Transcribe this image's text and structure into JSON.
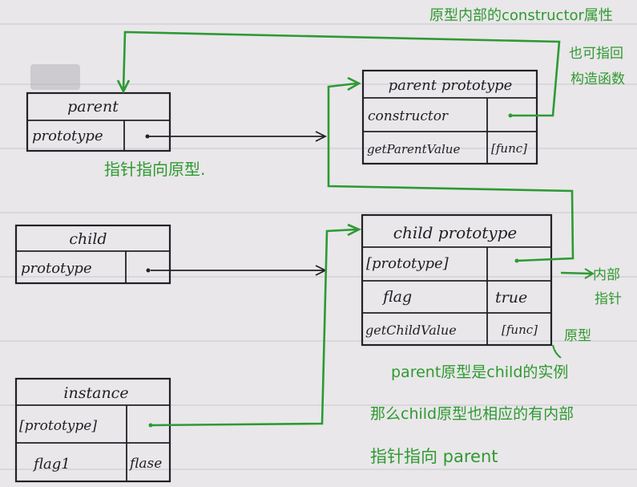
{
  "parent": {
    "title": "parent",
    "rows": [
      {
        "key": "prototype"
      }
    ]
  },
  "child": {
    "title": "child",
    "rows": [
      {
        "key": "prototype"
      }
    ]
  },
  "instance": {
    "title": "instance",
    "rows": [
      {
        "key": "[prototype]"
      },
      {
        "key": "flag1",
        "value": "flase"
      }
    ]
  },
  "parent_prototype": {
    "title": "parent prototype",
    "rows": [
      {
        "key": "constructor"
      },
      {
        "key": "getParentValue",
        "value": "[func]"
      }
    ]
  },
  "child_prototype": {
    "title": "child prototype",
    "rows": [
      {
        "key": "[prototype]"
      },
      {
        "key": "flag",
        "value": "true"
      },
      {
        "key": "getChildValue",
        "value": "[func]"
      }
    ]
  },
  "notes": {
    "top": "原型内部的constructor属性",
    "mid1": "也可指回",
    "mid2": "构造函数",
    "pointer": "指针指向原型.",
    "internal1": "内部",
    "internal2": "指针",
    "proto_label": "原型",
    "bottom1": "parent原型是child的实例",
    "bottom2": "那么child原型也相应的有内部",
    "bottom3": "指针指向 parent"
  },
  "colors": {
    "ink": "#222226",
    "green": "#2d9a34",
    "paper": "#e9e7ea"
  }
}
